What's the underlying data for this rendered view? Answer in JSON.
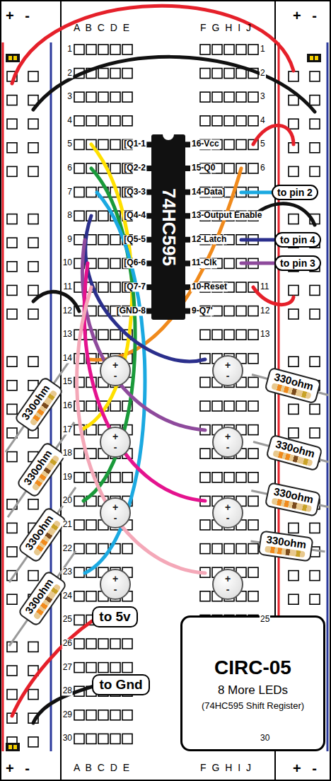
{
  "diagram": {
    "nodes": [
      {
        "text": [
          "74HC595"
        ]
      },
      {
        "text": [
          "to pin 2"
        ]
      },
      {
        "text": [
          "to pin 4"
        ]
      },
      {
        "text": [
          "to pin 3"
        ]
      },
      {
        "text": [
          "+",
          "-"
        ]
      },
      {
        "text": [
          "+",
          "-"
        ]
      },
      {
        "text": [
          "+",
          "-"
        ]
      },
      {
        "text": [
          "+",
          "-"
        ]
      },
      {
        "text": [
          "+",
          "-"
        ]
      },
      {
        "text": [
          "+",
          "-"
        ]
      },
      {
        "text": [
          "+",
          "-"
        ]
      },
      {
        "text": [
          "+",
          "-"
        ]
      },
      {
        "text": [
          "330ohm"
        ]
      },
      {
        "text": [
          "330ohm"
        ]
      },
      {
        "text": [
          "330ohm"
        ]
      },
      {
        "text": [
          "330ohm"
        ]
      },
      {
        "text": [
          "330ohm"
        ]
      },
      {
        "text": [
          "330ohm"
        ]
      },
      {
        "text": [
          "330ohm"
        ]
      },
      {
        "text": [
          "330ohm"
        ]
      },
      {
        "text": [
          "to 5v"
        ]
      },
      {
        "text": [
          "to Gnd"
        ]
      },
      {
        "text": [
          "CIRC-05",
          "8 More LEDs",
          "(74HC595 Shift Register)"
        ]
      }
    ],
    "labels": [
      "A B C D E",
      "F G H I J",
      "+ -",
      "+ -",
      "1",
      "2",
      "3",
      "4",
      "5",
      "6",
      "7",
      "8",
      "9",
      "10",
      "11",
      "12",
      "13",
      "14",
      "15",
      "16",
      "17",
      "18",
      "19",
      "20",
      "21",
      "22",
      "23",
      "24",
      "25",
      "26",
      "27",
      "28",
      "29",
      "30",
      "1",
      "2",
      "3",
      "4",
      "5",
      "6",
      "11",
      "12",
      "13",
      "25",
      "30",
      "[Q1-1",
      "[Q2-2",
      "[Q3-3",
      "[Q4-4",
      "[Q5-5",
      "[Q6-6",
      "[Q7-7",
      "[GND-8",
      "16-Vcc",
      "15-Q0",
      "14-Data]",
      "13-Output Enable",
      "12-Latch",
      "11-Clk",
      "10-Reset",
      "9-Q7'",
      "A B C D E",
      "F G H I J",
      "+ -",
      "+ -"
    ]
  }
}
